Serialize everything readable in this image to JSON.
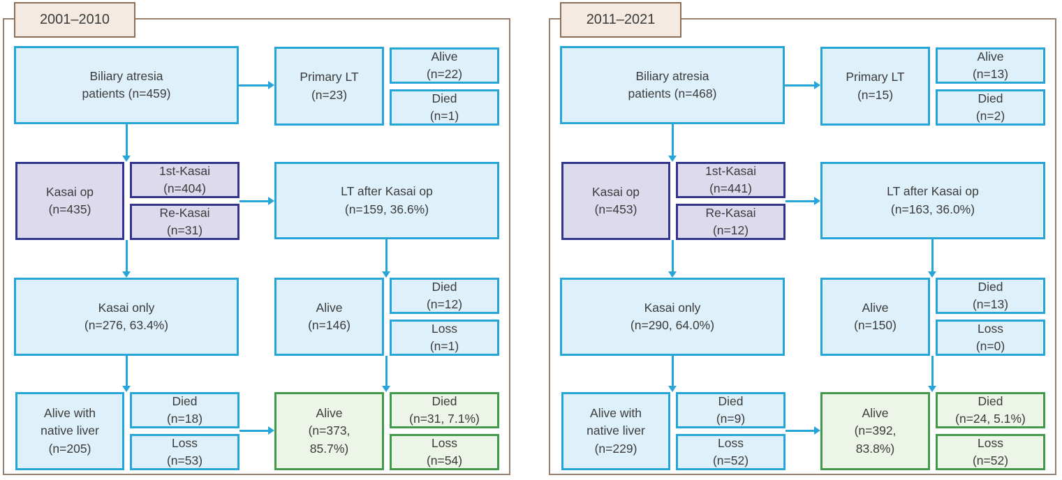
{
  "figure": {
    "type": "patient-flow-diagram",
    "colors": {
      "box_blue_fill": "#def0fa",
      "box_blue_border": "#25a5d8",
      "box_purple_fill": "#dddaed",
      "box_purple_border": "#33348b",
      "box_green_fill": "#edf4e8",
      "box_green_border": "#419b4b",
      "label_fill": "#f4eae2",
      "label_border": "#8d6e56",
      "frame_border": "#97806f",
      "arrow": "#25a5d8",
      "text": "#3b3b3b"
    }
  },
  "panels": [
    {
      "period": "2001–2010",
      "biliary": [
        "Biliary atresia",
        "patients (n=459)"
      ],
      "primary_lt": [
        "Primary LT",
        "(n=23)"
      ],
      "primary_lt_alive": [
        "Alive",
        "(n=22)"
      ],
      "primary_lt_died": [
        "Died",
        "(n=1)"
      ],
      "kasai_op": [
        "Kasai op",
        "(n=435)"
      ],
      "first_kasai": [
        "1st-Kasai",
        "(n=404)"
      ],
      "re_kasai": [
        "Re-Kasai",
        "(n=31)"
      ],
      "lt_after_kasai": [
        "LT after Kasai op",
        "(n=159, 36.6%)"
      ],
      "kasai_only": [
        "Kasai only",
        "(n=276, 63.4%)"
      ],
      "lt_alive": [
        "Alive",
        "(n=146)"
      ],
      "lt_died": [
        "Died",
        "(n=12)"
      ],
      "lt_loss": [
        "Loss",
        "(n=1)"
      ],
      "native_liver": [
        "Alive with",
        "native liver",
        "(n=205)"
      ],
      "native_died": [
        "Died",
        "(n=18)"
      ],
      "native_loss": [
        "Loss",
        "(n=53)"
      ],
      "total_alive": [
        "Alive",
        "(n=373,",
        "85.7%)"
      ],
      "total_died": [
        "Died",
        "(n=31, 7.1%)"
      ],
      "total_loss": [
        "Loss",
        "(n=54)"
      ]
    },
    {
      "period": "2011–2021",
      "biliary": [
        "Biliary atresia",
        "patients (n=468)"
      ],
      "primary_lt": [
        "Primary LT",
        "(n=15)"
      ],
      "primary_lt_alive": [
        "Alive",
        "(n=13)"
      ],
      "primary_lt_died": [
        "Died",
        "(n=2)"
      ],
      "kasai_op": [
        "Kasai op",
        "(n=453)"
      ],
      "first_kasai": [
        "1st-Kasai",
        "(n=441)"
      ],
      "re_kasai": [
        "Re-Kasai",
        "(n=12)"
      ],
      "lt_after_kasai": [
        "LT after Kasai op",
        "(n=163, 36.0%)"
      ],
      "kasai_only": [
        "Kasai only",
        "(n=290, 64.0%)"
      ],
      "lt_alive": [
        "Alive",
        "(n=150)"
      ],
      "lt_died": [
        "Died",
        "(n=13)"
      ],
      "lt_loss": [
        "Loss",
        "(n=0)"
      ],
      "native_liver": [
        "Alive with",
        "native liver",
        "(n=229)"
      ],
      "native_died": [
        "Died",
        "(n=9)"
      ],
      "native_loss": [
        "Loss",
        "(n=52)"
      ],
      "total_alive": [
        "Alive",
        "(n=392,",
        "83.8%)"
      ],
      "total_died": [
        "Died",
        "(n=24, 5.1%)"
      ],
      "total_loss": [
        "Loss",
        "(n=52)"
      ]
    }
  ]
}
